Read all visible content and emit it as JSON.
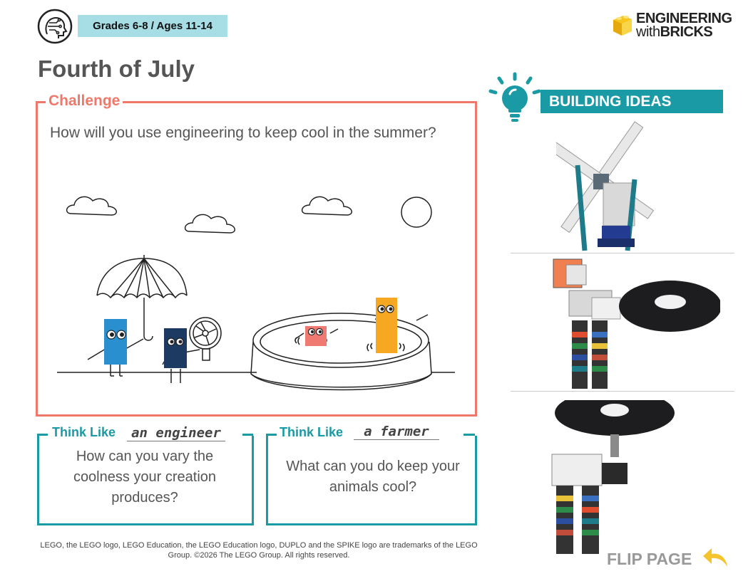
{
  "header": {
    "grade_badge": "Grades 6-8 / Ages 11-14",
    "icon": "circuit-head-icon",
    "brand": {
      "line1": "ENGINEERING",
      "line2_prefix": "with",
      "line2_bold": "BRICKS",
      "icon": "lego-brick-icon"
    }
  },
  "title": "Fourth of July",
  "challenge": {
    "label": "Challenge",
    "question": "How will you use engineering to keep cool in the summer?",
    "illustration": {
      "description_icons": [
        "cloud-icon",
        "sun-icon",
        "umbrella-icon",
        "fan-icon",
        "pool-icon"
      ]
    }
  },
  "think_like": [
    {
      "label": "Think Like",
      "filled": "an engineer",
      "question": "How can you vary the coolness your creation produces?"
    },
    {
      "label": "Think Like",
      "filled": "a farmer",
      "question": "What can you do keep your animals cool?"
    }
  ],
  "building_ideas": {
    "label": "BUILDING IDEAS",
    "icon": "lightbulb-icon"
  },
  "footer": "LEGO, the LEGO logo, LEGO Education, the LEGO Education logo, DUPLO and the SPIKE logo are trademarks of the LEGO Group. ©2026 The LEGO Group. All rights reserved.",
  "flip": {
    "label": "FLIP PAGE",
    "icon": "curved-arrow-icon"
  },
  "colors": {
    "coral": "#f0786a",
    "teal": "#1a9aa5",
    "badge": "#a7dde5",
    "yellow": "#f5b72e",
    "blue_char": "#2a8fce",
    "navy_char": "#1d3a63",
    "pink_char": "#f07a72",
    "orange_char": "#f7a823"
  }
}
